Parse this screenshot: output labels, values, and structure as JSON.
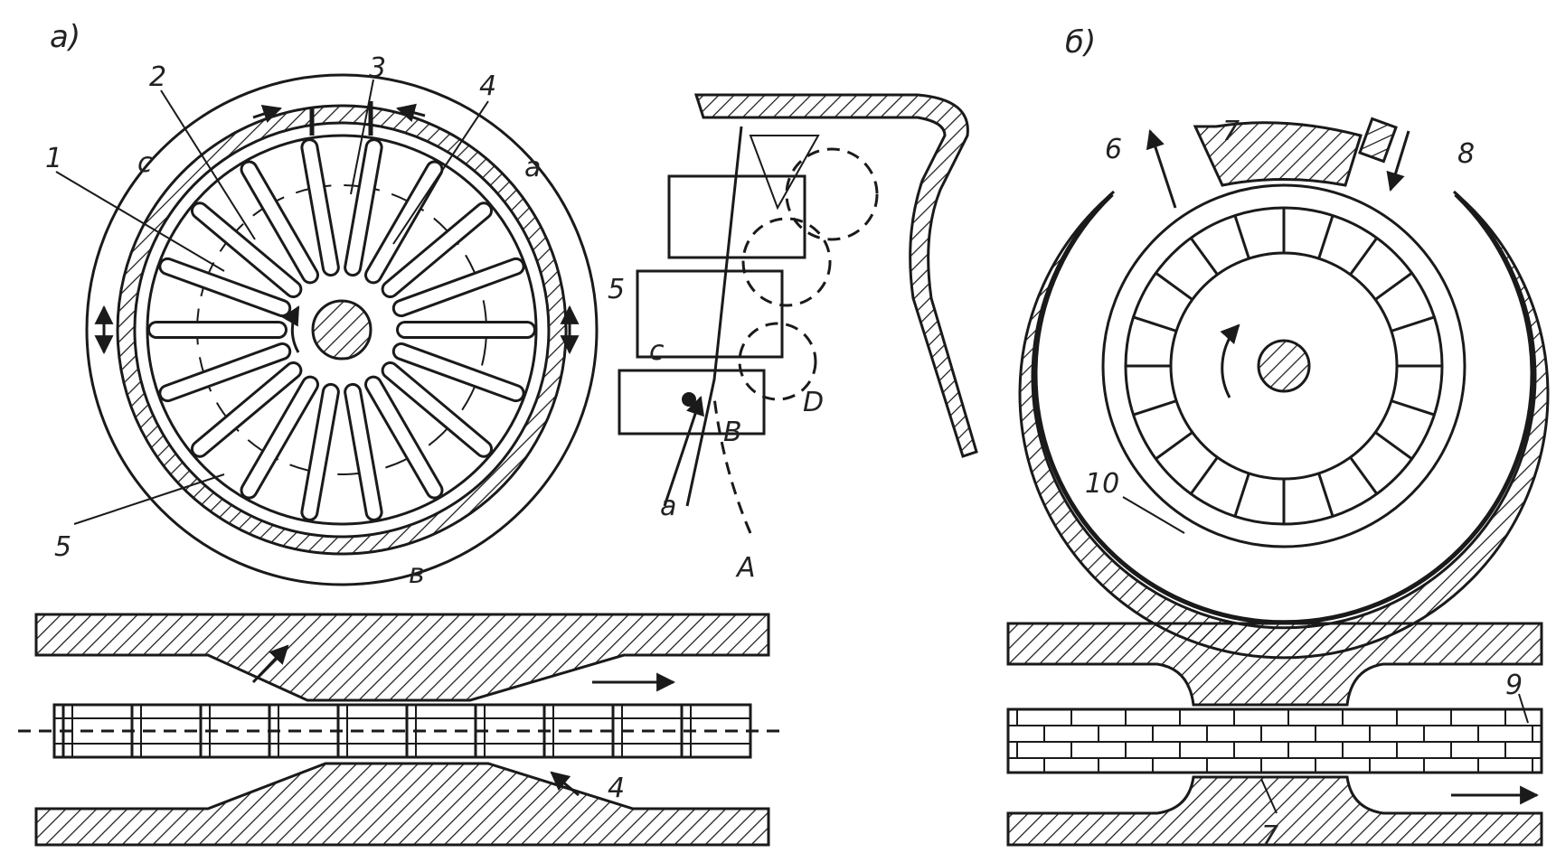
{
  "figure": {
    "panel_a_label": "а)",
    "panel_b_label": "б)",
    "labels_a": {
      "n1": "1",
      "n2": "2",
      "n3": "3",
      "n4": "4",
      "n5": "5",
      "zone_a": "a",
      "zone_b": "в",
      "zone_c": "c"
    },
    "labels_mid": {
      "n5": "5",
      "c": "c",
      "B": "B",
      "D": "D",
      "a": "a",
      "A": "A"
    },
    "labels_b": {
      "n6": "6",
      "n7": "7",
      "n8": "8",
      "n10": "10"
    },
    "labels_bottom_a": {
      "n4": "4"
    },
    "labels_bottom_b": {
      "n9": "9",
      "n7": "7"
    }
  }
}
